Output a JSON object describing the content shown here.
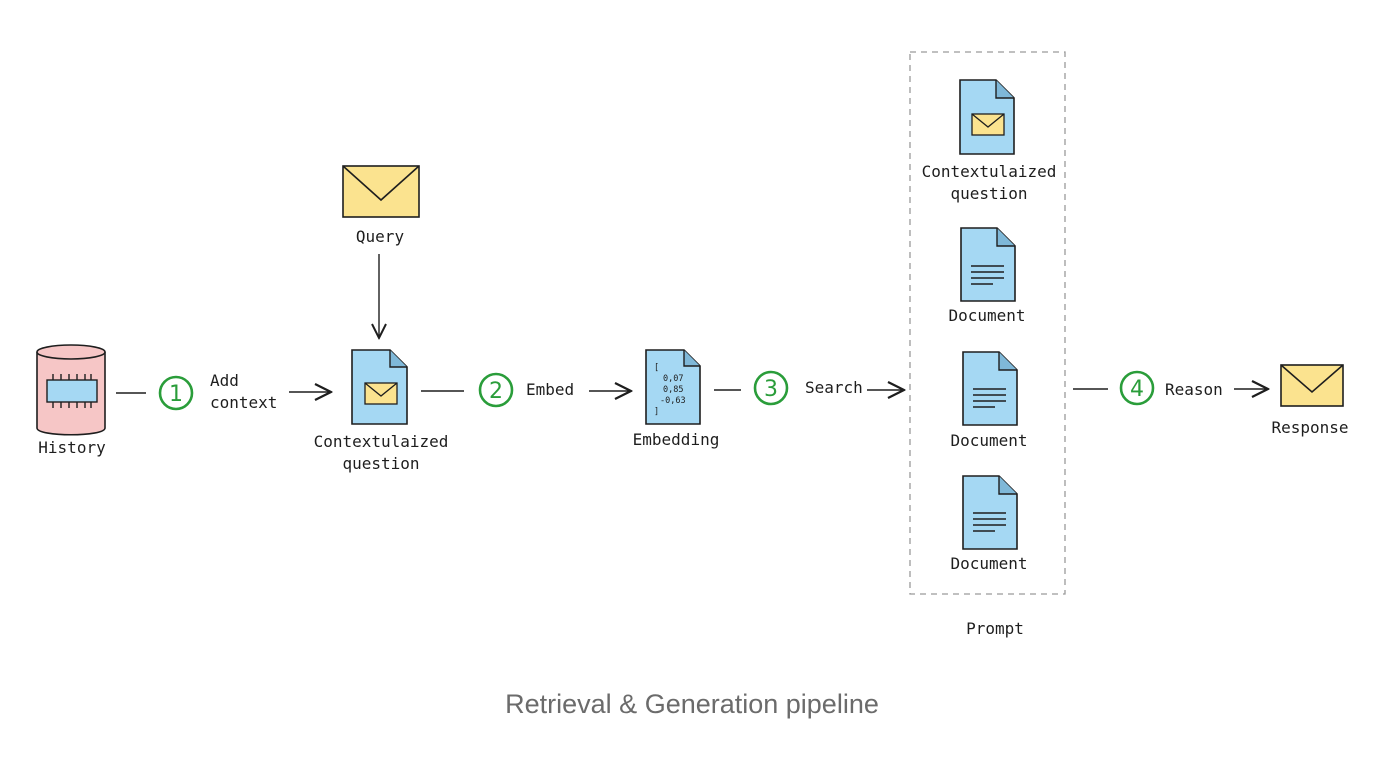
{
  "nodes": {
    "history": "History",
    "query": "Query",
    "contextualized_question": [
      "Contextulaized",
      "question"
    ],
    "embedding": "Embedding",
    "embedding_values": [
      "[",
      "0,07",
      "0,85",
      "-0,63",
      "]"
    ],
    "prompt_question": [
      "Contextulaized",
      "question"
    ],
    "prompt_documents": [
      "Document",
      "Document",
      "Document"
    ],
    "prompt": "Prompt",
    "response": "Response"
  },
  "steps": [
    {
      "number": "1",
      "label": [
        "Add",
        "context"
      ]
    },
    {
      "number": "2",
      "label": [
        "Embed"
      ]
    },
    {
      "number": "3",
      "label": [
        "Search"
      ]
    },
    {
      "number": "4",
      "label": [
        "Reason"
      ]
    }
  ],
  "caption": "Retrieval & Generation pipeline",
  "colors": {
    "step_green": "#2a9d3a",
    "doc_blue": "#a5d8f3",
    "envelope_yellow": "#fbe38f",
    "database_pink": "#f6c6c6",
    "stroke": "#1e1e1e",
    "caption_gray": "#6b6b6b"
  },
  "icons": [
    "database-icon",
    "envelope-icon",
    "document-icon",
    "document-lines-icon"
  ]
}
